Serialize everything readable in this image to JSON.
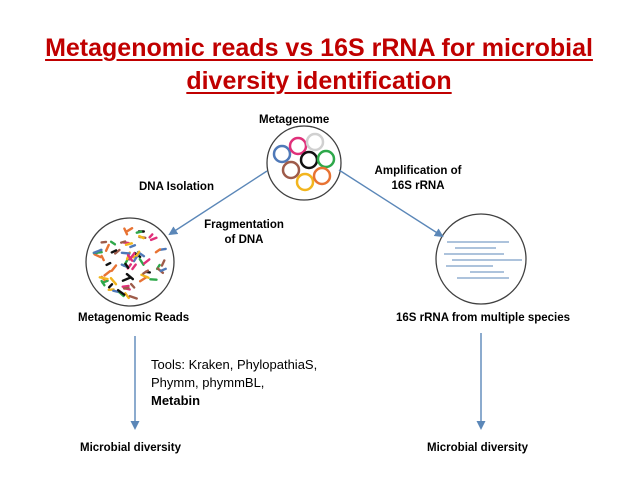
{
  "title": {
    "line1": "Metagenomic reads vs 16S rRNA for microbial",
    "line2": "diversity identification"
  },
  "nodes": {
    "metagenome": "Metagenome",
    "metagenomic_reads": "Metagenomic Reads",
    "rrna_species": "16S rRNA from multiple species",
    "diversity_left": "Microbial diversity",
    "diversity_right": "Microbial diversity"
  },
  "edges": {
    "dna_isolation": "DNA Isolation",
    "fragmentation_line1": "Fragmentation",
    "fragmentation_line2": "of DNA",
    "amplification_line1": "Amplification of",
    "amplification_line2": "16S rRNA"
  },
  "tools": {
    "line1": "Tools: Kraken, PhylopathiaS,",
    "line2": "Phymm, phymmBL,",
    "line3": "Metabin"
  },
  "colors": {
    "title": "#c00000",
    "arrow": "#5b87b8",
    "circle_stroke": "#404040"
  }
}
